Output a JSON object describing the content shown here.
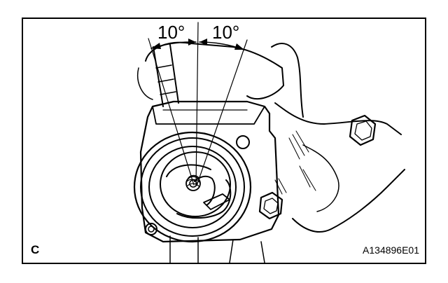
{
  "diagram": {
    "angle_left": "10°",
    "angle_right": "10°",
    "corner_letter": "C",
    "figure_code": "A134896E01"
  }
}
